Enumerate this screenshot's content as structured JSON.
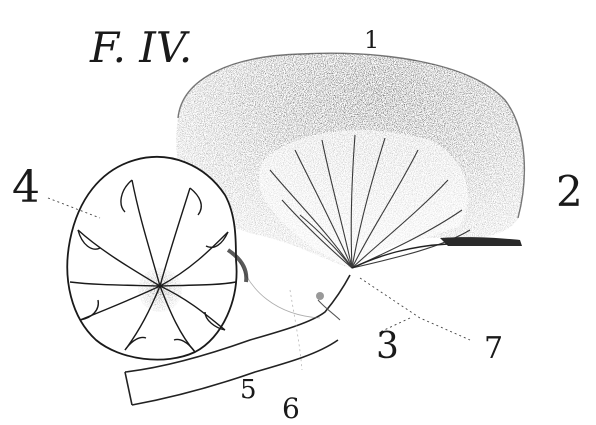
{
  "figure": {
    "title": "F. IV.",
    "labels": {
      "one": "1",
      "two": "2",
      "three": "3",
      "four": "4",
      "five": "5",
      "six": "6",
      "seven": "7"
    }
  }
}
